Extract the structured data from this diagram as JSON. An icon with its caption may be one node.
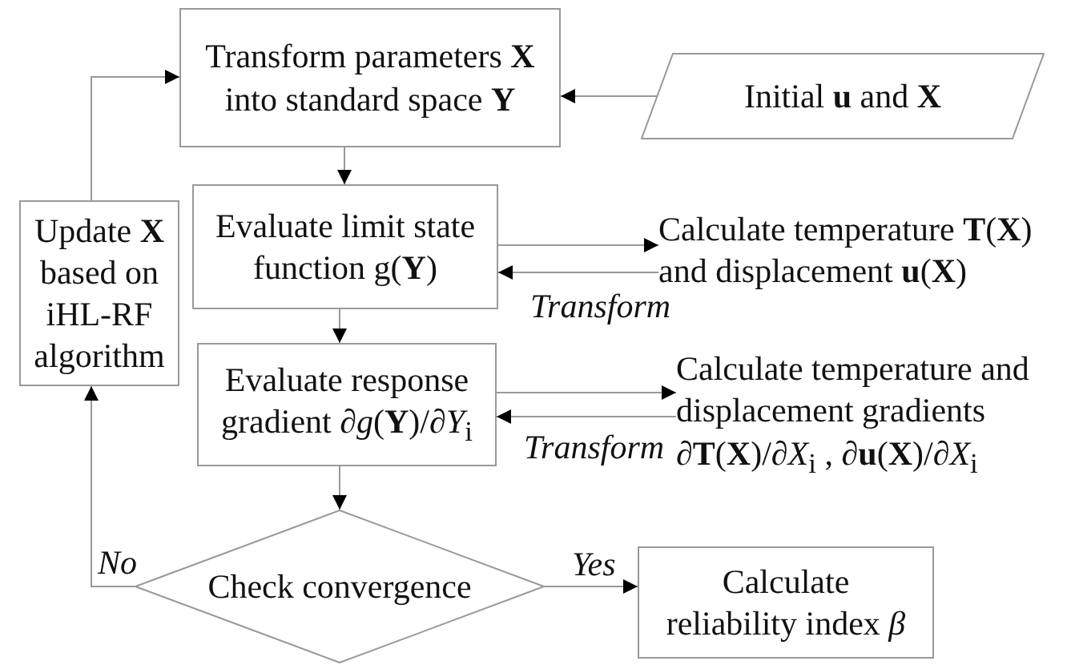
{
  "diagram": {
    "nodes": [
      {
        "text": [
          "Transform parameters **X** into standard space **Y**"
        ]
      },
      {
        "text": [
          "Initial **u** and **X**"
        ]
      },
      {
        "text": [
          "Evaluate limit state function g(**Y**)"
        ]
      },
      {
        "text": [
          "Calculate temperature **T**(**X**) and displacement **u**(**X**)"
        ]
      },
      {
        "text": [
          "Update **X** based on iHL-RF algorithm"
        ]
      },
      {
        "text": [
          "Evaluate response gradient *∂g*(**Y**)/*∂Y*$_{i}$"
        ]
      },
      {
        "text": [
          "Calculate temperature and displacement gradients",
          "∂**T**(**X**)/∂*X*$_{i}$ , ∂**u**(**X**)/∂*X*$_{i}$"
        ]
      },
      {
        "text": [
          "Check convergence"
        ]
      },
      {
        "text": [
          "Calculate reliability index *β*"
        ]
      }
    ],
    "edges": [
      {
        "from": 1,
        "to": 0,
        "arrow": "to"
      },
      {
        "from": 0,
        "to": 2,
        "arrow": "to"
      },
      {
        "from": 2,
        "to": 3,
        "arrow": "to"
      },
      {
        "from": 3,
        "to": 2,
        "arrow": "to",
        "label": "Transform"
      },
      {
        "from": 2,
        "to": 5,
        "arrow": "to"
      },
      {
        "from": 5,
        "to": 6,
        "arrow": "to"
      },
      {
        "from": 6,
        "to": 5,
        "arrow": "to",
        "label": "Transform"
      },
      {
        "from": 5,
        "to": 7,
        "arrow": "to"
      },
      {
        "from": 7,
        "to": 8,
        "arrow": "to",
        "label": "Yes"
      },
      {
        "from": 7,
        "to": 4,
        "arrow": "to",
        "label": "No"
      },
      {
        "from": 4,
        "to": 0,
        "arrow": "to"
      }
    ]
  }
}
